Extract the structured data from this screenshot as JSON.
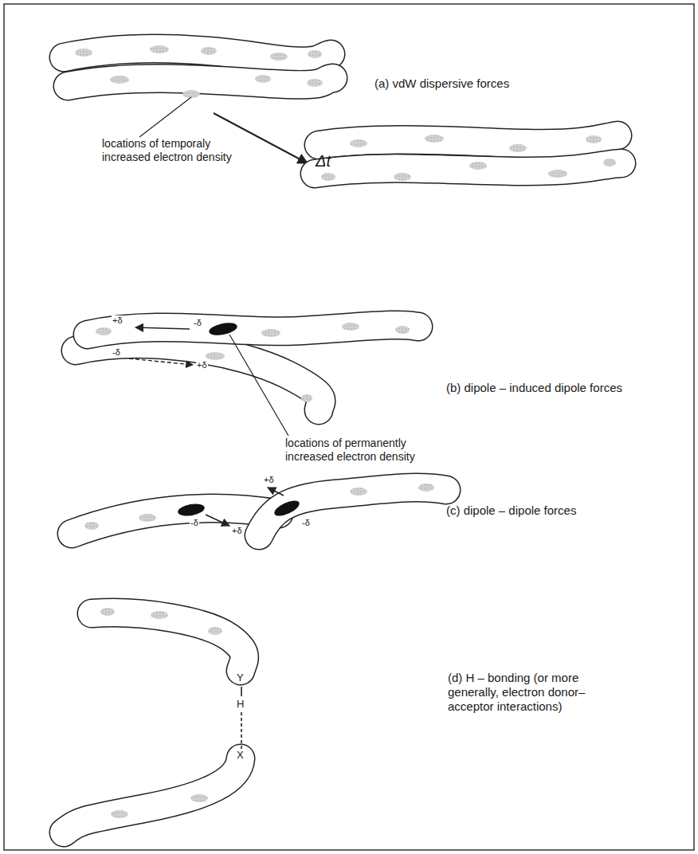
{
  "diagram": {
    "labels": [
      "locations of temporaly increased electron density",
      "Δt",
      "(a) vdW dispersive forces",
      "+δ",
      "-δ",
      "-δ",
      "+δ",
      "locations of permanently increased electron density",
      "(b) dipole – induced dipole forces",
      "-δ",
      "+δ",
      "+δ",
      "-δ",
      "(c) dipole – dipole forces",
      "Y",
      "H",
      "X",
      "(d) H – bonding (or more generally, electron donor– acceptor interactions)"
    ]
  }
}
